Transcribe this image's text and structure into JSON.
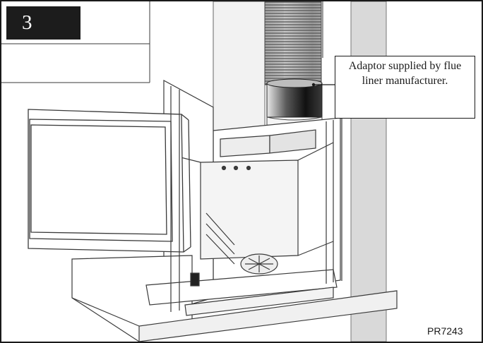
{
  "figure": {
    "step_number": "3",
    "callout": {
      "line1": "Adaptor supplied by flue",
      "line2": "liner manufacturer."
    },
    "reference_code": "PR7243"
  },
  "colors": {
    "badge_background": "#1c1c1c",
    "line": "#3a3a3a",
    "wall_shade": "#d9d9d9",
    "adaptor_dark": "#1e1e1e"
  }
}
